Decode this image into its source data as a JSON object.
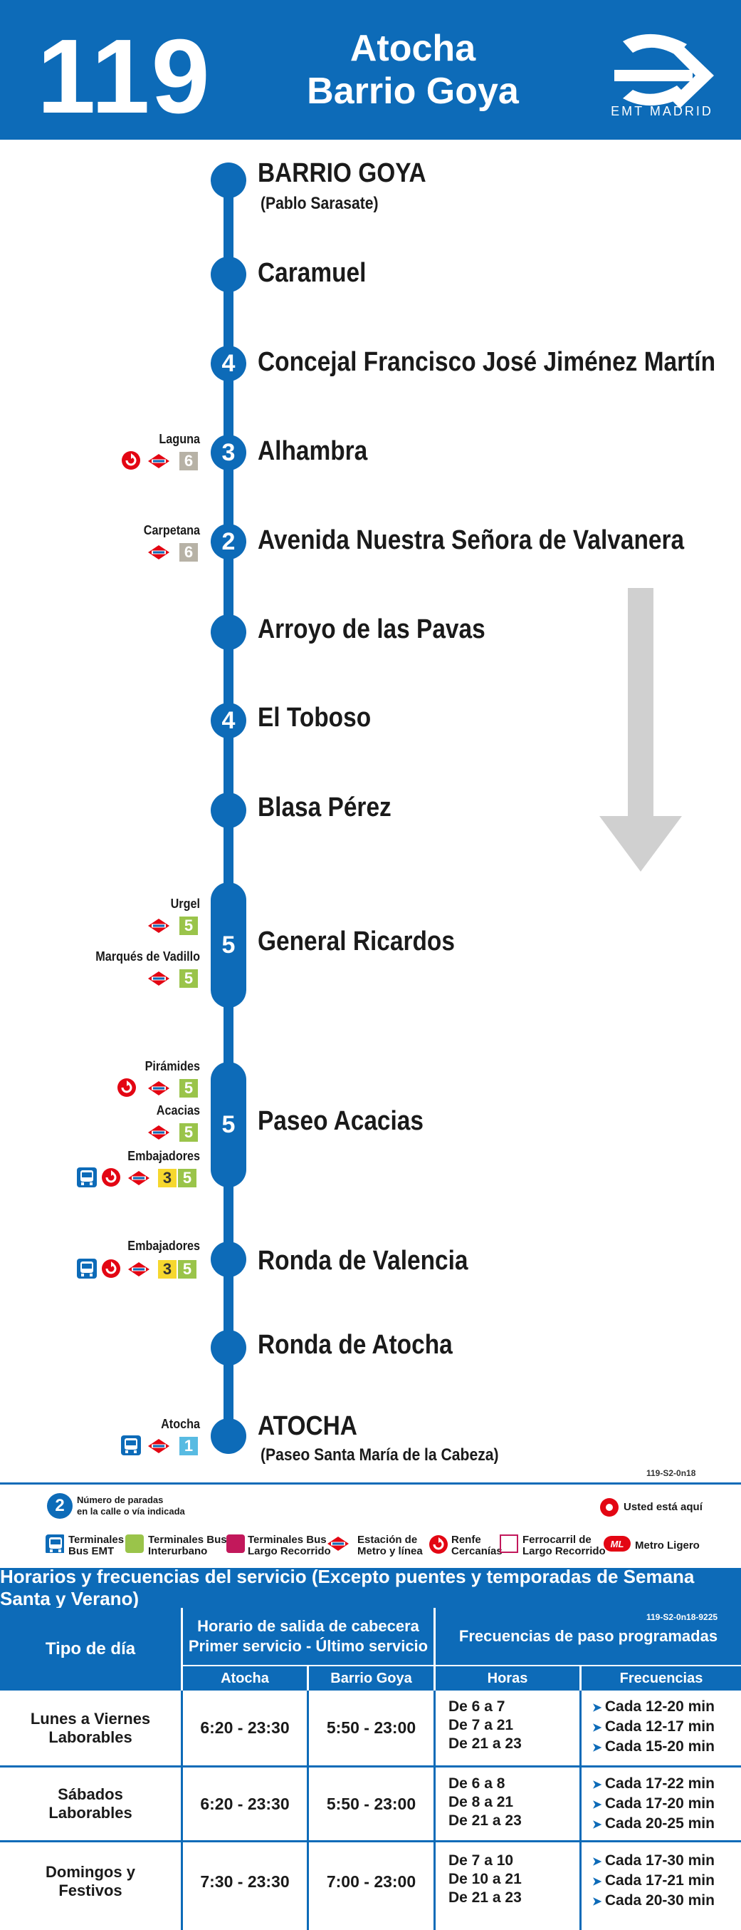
{
  "header": {
    "line": "119",
    "title_1": "Atocha",
    "title_2": "Barrio Goya",
    "logo": "EMT MADRID"
  },
  "stops": [
    {
      "name": "BARRIO GOYA",
      "sub": "(Pablo Sarasate)",
      "count": ""
    },
    {
      "name": "Caramuel",
      "count": ""
    },
    {
      "name": "Concejal Francisco José Jiménez Martín",
      "count": "4"
    },
    {
      "name": "Alhambra",
      "count": "3"
    },
    {
      "name": "Avenida Nuestra Señora de Valvanera",
      "count": "2"
    },
    {
      "name": "Arroyo de las Pavas",
      "count": ""
    },
    {
      "name": "El Toboso",
      "count": "4"
    },
    {
      "name": "Blasa Pérez",
      "count": ""
    },
    {
      "name": "General Ricardos",
      "count": "5"
    },
    {
      "name": "Paseo Acacias",
      "count": "5"
    },
    {
      "name": "Ronda de Valencia",
      "count": ""
    },
    {
      "name": "Ronda de Atocha",
      "count": ""
    },
    {
      "name": "ATOCHA",
      "sub": "(Paseo Santa María de la Cabeza)",
      "count": ""
    }
  ],
  "connections": {
    "laguna": "Laguna",
    "carpetana": "Carpetana",
    "urgel": "Urgel",
    "marques": "Marqués de Vadillo",
    "piramides": "Pirámides",
    "acacias": "Acacias",
    "embajadores": "Embajadores",
    "atocha": "Atocha",
    "line6": "6",
    "line5": "5",
    "line3": "3",
    "line1": "1"
  },
  "codes": {
    "map": "119-S2-0n18",
    "table": "119-S2-0n18-9225"
  },
  "legend": {
    "stops_count": "Número de paradas\nen la calle o vía indicada",
    "you_are_here": "Usted está aquí",
    "emt": "Terminales\nBus EMT",
    "interurbano": "Terminales Bus\nInterurbano",
    "largo_bus": "Terminales Bus\nLargo Recorrido",
    "metro": "Estación de\nMetro y línea",
    "renfe": "Renfe\nCercanías",
    "ferrocarril": "Ferrocarril de\nLargo Recorrido",
    "metro_ligero": "Metro Ligero",
    "ml": "ML"
  },
  "schedule": {
    "title": "Horarios y frecuencias del servicio (Excepto puentes y temporadas de Semana Santa y Verano)",
    "col_tipo": "Tipo de día",
    "col_horario": "Horario de salida de cabecera\nPrimer servicio - Último servicio",
    "col_frecuencias": "Frecuencias de paso programadas",
    "sub_atocha": "Atocha",
    "sub_goya": "Barrio Goya",
    "sub_horas": "Horas",
    "sub_freq": "Frecuencias",
    "rows": [
      {
        "day": "Lunes a Viernes\nLaborables",
        "atocha": "6:20 - 23:30",
        "goya": "5:50 - 23:00",
        "hours": [
          "De 6 a 7",
          "De 7 a 21",
          "De 21 a 23"
        ],
        "freq": [
          "Cada 12-20 min",
          "Cada 12-17 min",
          "Cada 15-20 min"
        ]
      },
      {
        "day": "Sábados\nLaborables",
        "atocha": "6:20 - 23:30",
        "goya": "5:50 - 23:00",
        "hours": [
          "De 6 a 8",
          "De 8 a 21",
          "De 21 a 23"
        ],
        "freq": [
          "Cada 17-22 min",
          "Cada 17-20 min",
          "Cada 20-25 min"
        ]
      },
      {
        "day": "Domingos y\nFestivos",
        "atocha": "7:30 - 23:30",
        "goya": "7:00 - 23:00",
        "hours": [
          "De 7 a 10",
          "De 10 a 21",
          "De 21 a 23"
        ],
        "freq": [
          "Cada 17-30 min",
          "Cada 17-21 min",
          "Cada 20-30 min"
        ]
      }
    ]
  },
  "colors": {
    "emt_blue": "#0d6bb8",
    "metro_red": "#e30613",
    "line5": "#9ac44a",
    "line6": "#b7b2a6",
    "line3": "#f6d72e",
    "line1": "#58bbe2"
  }
}
